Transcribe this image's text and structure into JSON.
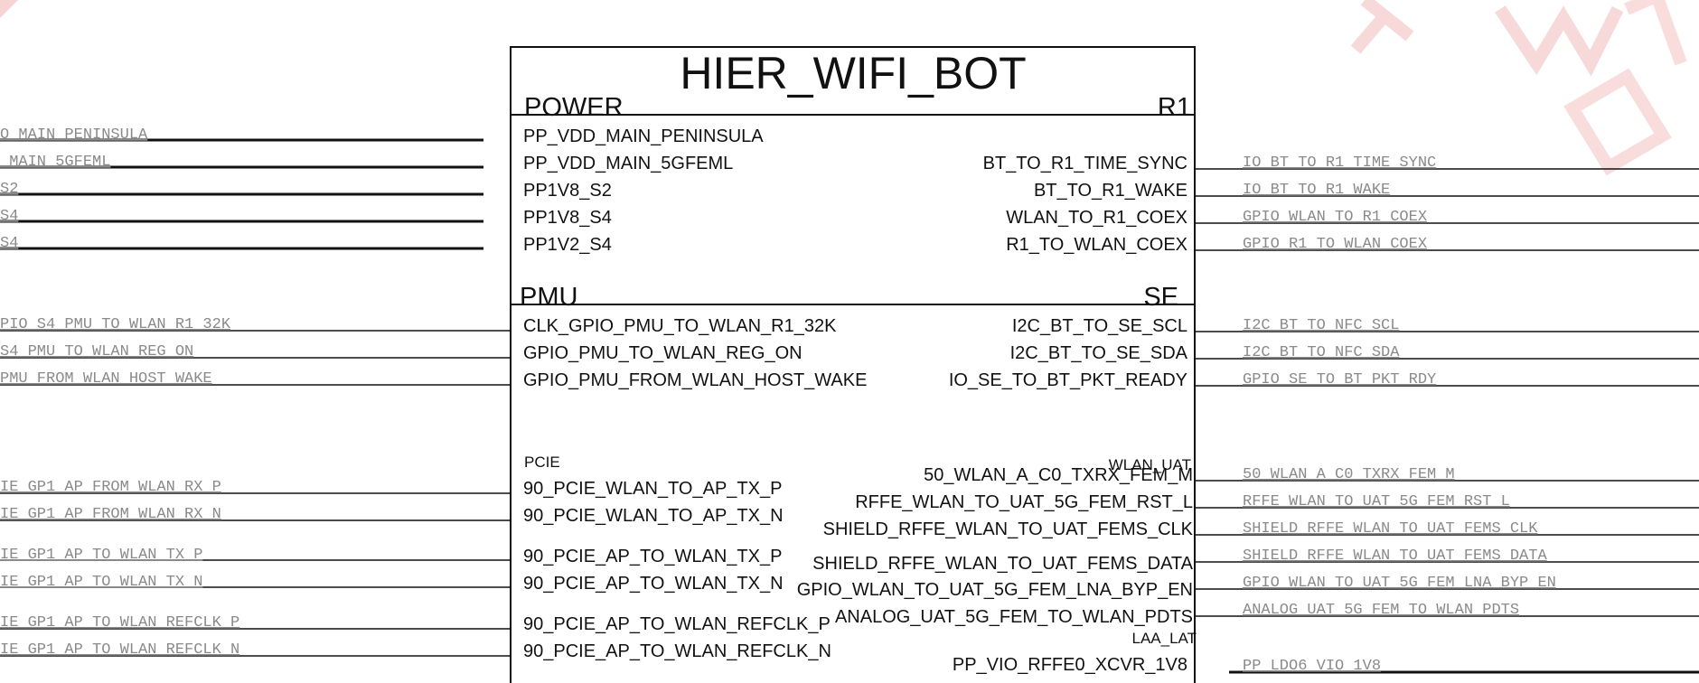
{
  "block": {
    "title": "HIER_WIFI_BOT",
    "sections": {
      "power": "POWER",
      "r1": "R1",
      "pmu": "PMU",
      "se": "SE",
      "pcie": "PCIE",
      "wlan_uat": "WLAN_UAT",
      "laa_lat": "LAA_LAT"
    },
    "left_pins": [
      "PP_VDD_MAIN_PENINSULA",
      "PP_VDD_MAIN_5GFEML",
      "PP1V8_S2",
      "PP1V8_S4",
      "PP1V2_S4",
      "CLK_GPIO_PMU_TO_WLAN_R1_32K",
      "GPIO_PMU_TO_WLAN_REG_ON",
      "GPIO_PMU_FROM_WLAN_HOST_WAKE",
      "90_PCIE_WLAN_TO_AP_TX_P",
      "90_PCIE_WLAN_TO_AP_TX_N",
      "90_PCIE_AP_TO_WLAN_TX_P",
      "90_PCIE_AP_TO_WLAN_TX_N",
      "90_PCIE_AP_TO_WLAN_REFCLK_P",
      "90_PCIE_AP_TO_WLAN_REFCLK_N"
    ],
    "right_pins": [
      "BT_TO_R1_TIME_SYNC",
      "BT_TO_R1_WAKE",
      "WLAN_TO_R1_COEX",
      "R1_TO_WLAN_COEX",
      "I2C_BT_TO_SE_SCL",
      "I2C_BT_TO_SE_SDA",
      "IO_SE_TO_BT_PKT_READY",
      "50_WLAN_A_C0_TXRX_FEM_M",
      "RFFE_WLAN_TO_UAT_5G_FEM_RST_L",
      "SHIELD_RFFE_WLAN_TO_UAT_FEMS_CLK",
      "SHIELD_RFFE_WLAN_TO_UAT_FEMS_DATA",
      "GPIO_WLAN_TO_UAT_5G_FEM_LNA_BYP_EN",
      "ANALOG_UAT_5G_FEM_TO_WLAN_PDTS",
      "PP_VIO_RFFE0_XCVR_1V8"
    ]
  },
  "left_nets": [
    "O_MAIN_PENINSULA",
    "_MAIN_5GFEML",
    "S2",
    "S4",
    "S4",
    "PIO_S4_PMU_TO_WLAN_R1_32K",
    "S4_PMU_TO_WLAN_REG_ON",
    "PMU_FROM_WLAN_HOST_WAKE",
    "IE_GP1_AP_FROM_WLAN_RX_P",
    "IE_GP1_AP_FROM_WLAN_RX_N",
    "IE_GP1_AP_TO_WLAN_TX_P",
    "IE_GP1_AP_TO_WLAN_TX_N",
    "IE_GP1_AP_TO_WLAN_REFCLK_P",
    "IE_GP1_AP_TO_WLAN_REFCLK_N"
  ],
  "right_nets": [
    "IO_BT_TO_R1_TIME_SYNC",
    "IO_BT_TO_R1_WAKE",
    "GPIO_WLAN_TO_R1_COEX",
    "GPIO_R1_TO_WLAN_COEX",
    "I2C_BT_TO_NFC_SCL",
    "I2C_BT_TO_NFC_SDA",
    "GPIO_SE_TO_BT_PKT_RDY",
    "50_WLAN_A_C0_TXRX_FEM_M",
    "RFFE_WLAN_TO_UAT_5G_FEM_RST_L",
    "SHIELD_RFFE_WLAN_TO_UAT_FEMS_CLK",
    "SHIELD_RFFE_WLAN_TO_UAT_FEMS_DATA",
    "GPIO_WLAN_TO_UAT_5G_FEM_LNA_BYP_EN",
    "ANALOG_UAT_5G_FEM_TO_WLAN_PDTS",
    "PP_LDO6_VIO_1V8"
  ],
  "colors": {
    "line": "#111111",
    "net_text": "#8a8a8a",
    "watermark": "#f3b9b9"
  }
}
